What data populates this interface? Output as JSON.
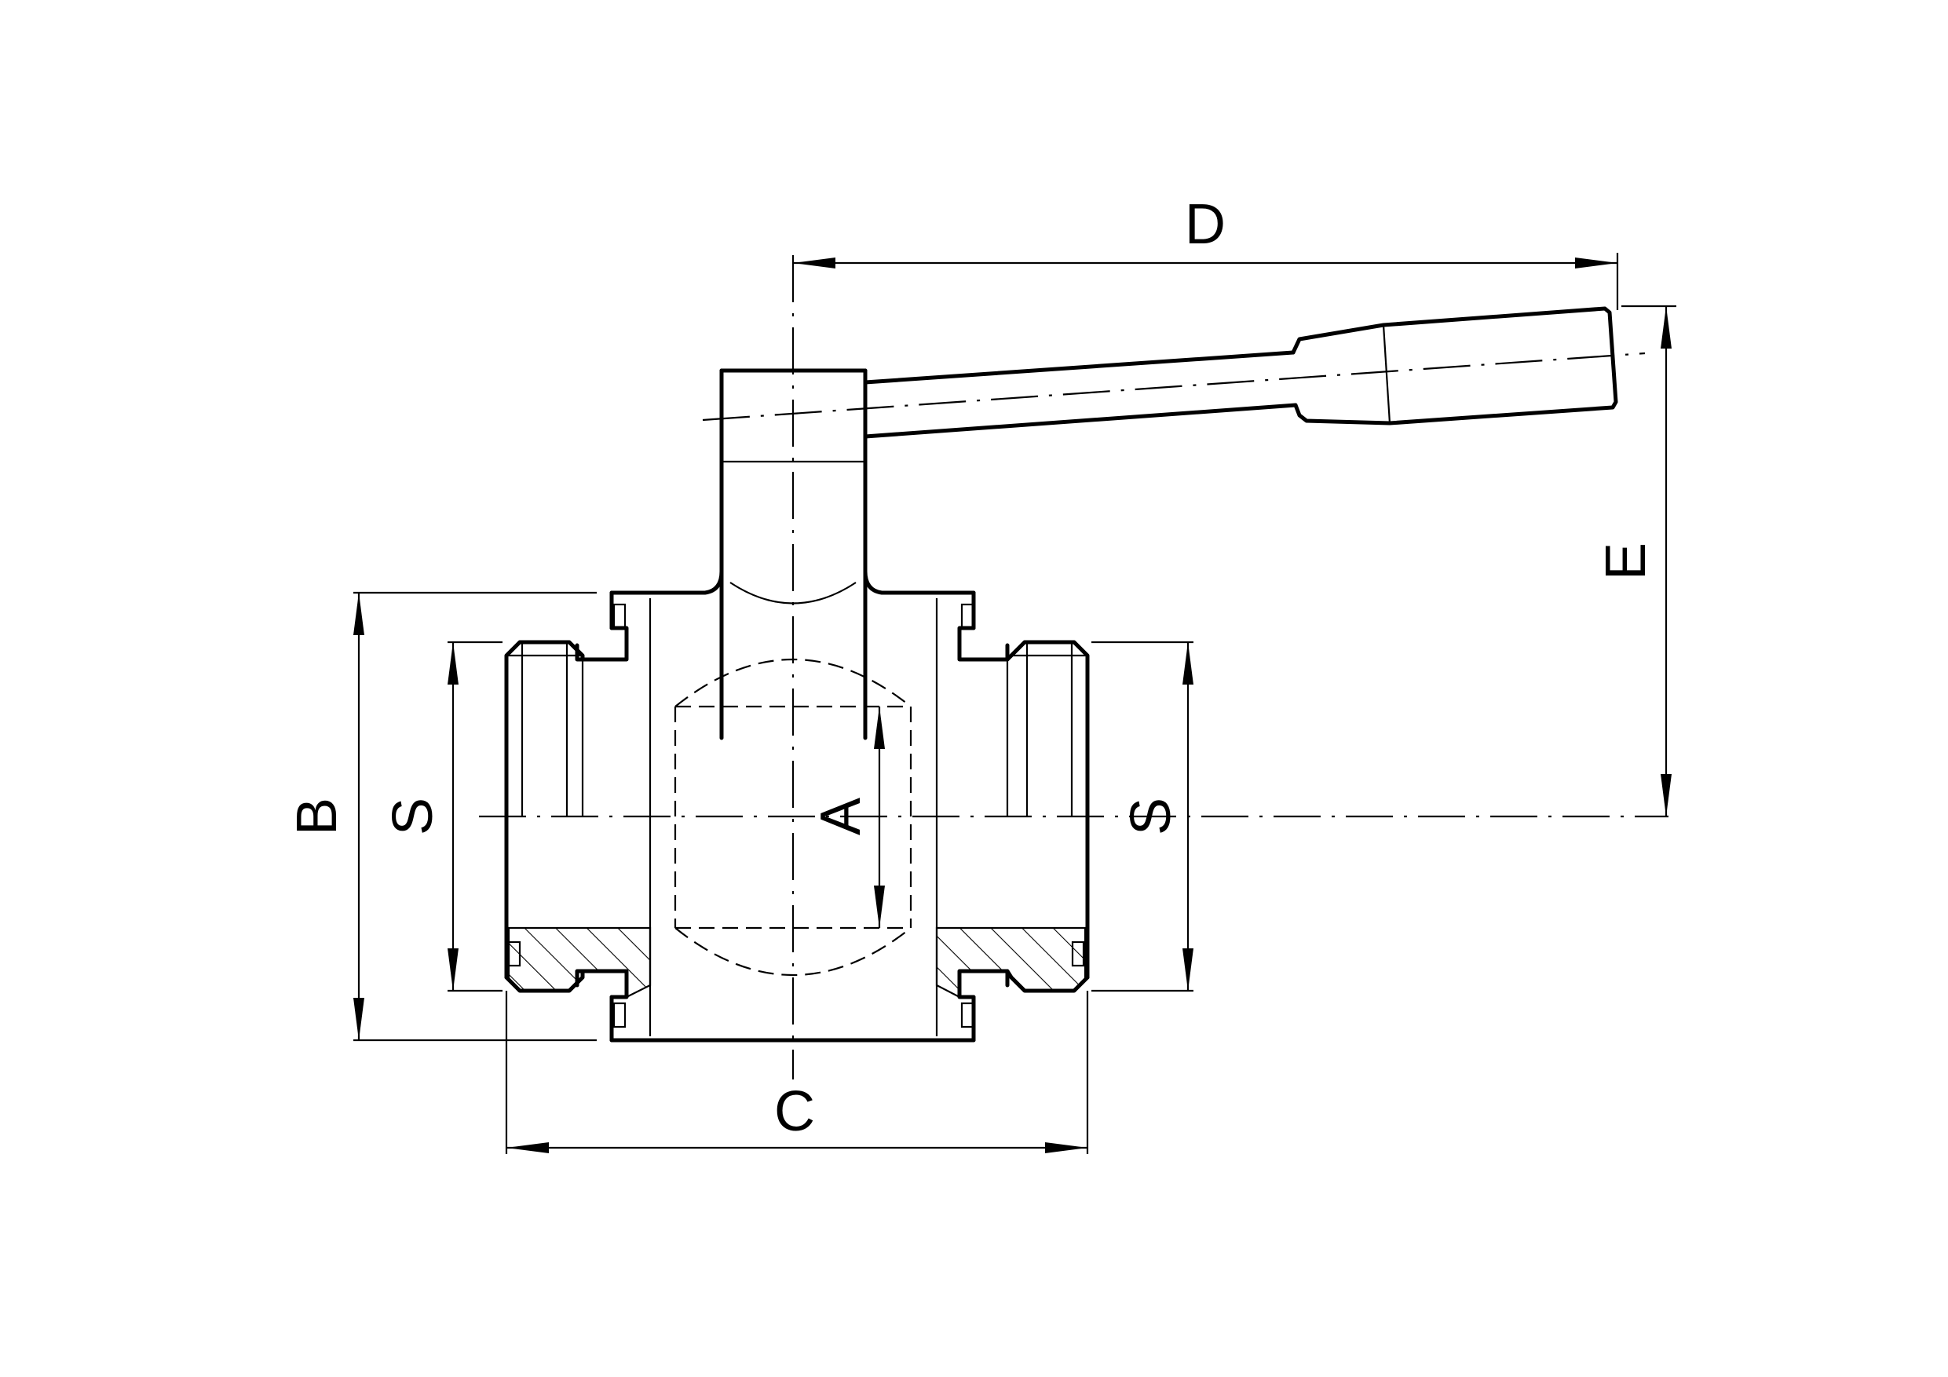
{
  "diagram": {
    "labels": {
      "A": "A",
      "B": "B",
      "C": "C",
      "D": "D",
      "E": "E",
      "S_left": "S",
      "S_right": "S"
    }
  }
}
